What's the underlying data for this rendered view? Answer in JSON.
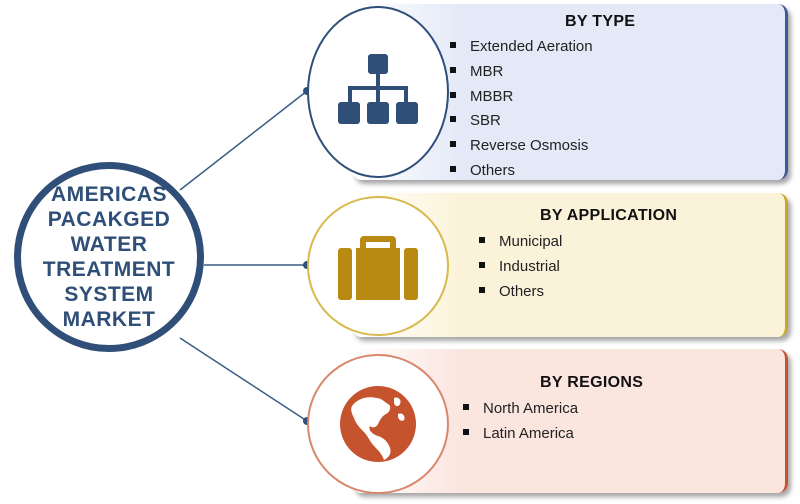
{
  "hub": {
    "lines": [
      "AMERICAS",
      "PACAKGED",
      "WATER",
      "TREATMENT",
      "SYSTEM",
      "MARKET"
    ]
  },
  "segments": [
    {
      "title": "BY TYPE",
      "icon": "hierarchy-icon",
      "color": "#2f4e78",
      "items": [
        "Extended Aeration",
        "MBR",
        "MBBR",
        "SBR",
        "Reverse Osmosis",
        "Others"
      ]
    },
    {
      "title": "BY APPLICATION",
      "icon": "briefcase-icon",
      "color": "#b88a12",
      "items": [
        "Municipal",
        "Industrial",
        "Others"
      ]
    },
    {
      "title": "BY REGIONS",
      "icon": "globe-americas-icon",
      "color": "#c5532d",
      "items": [
        "North America",
        "Latin America"
      ]
    }
  ]
}
